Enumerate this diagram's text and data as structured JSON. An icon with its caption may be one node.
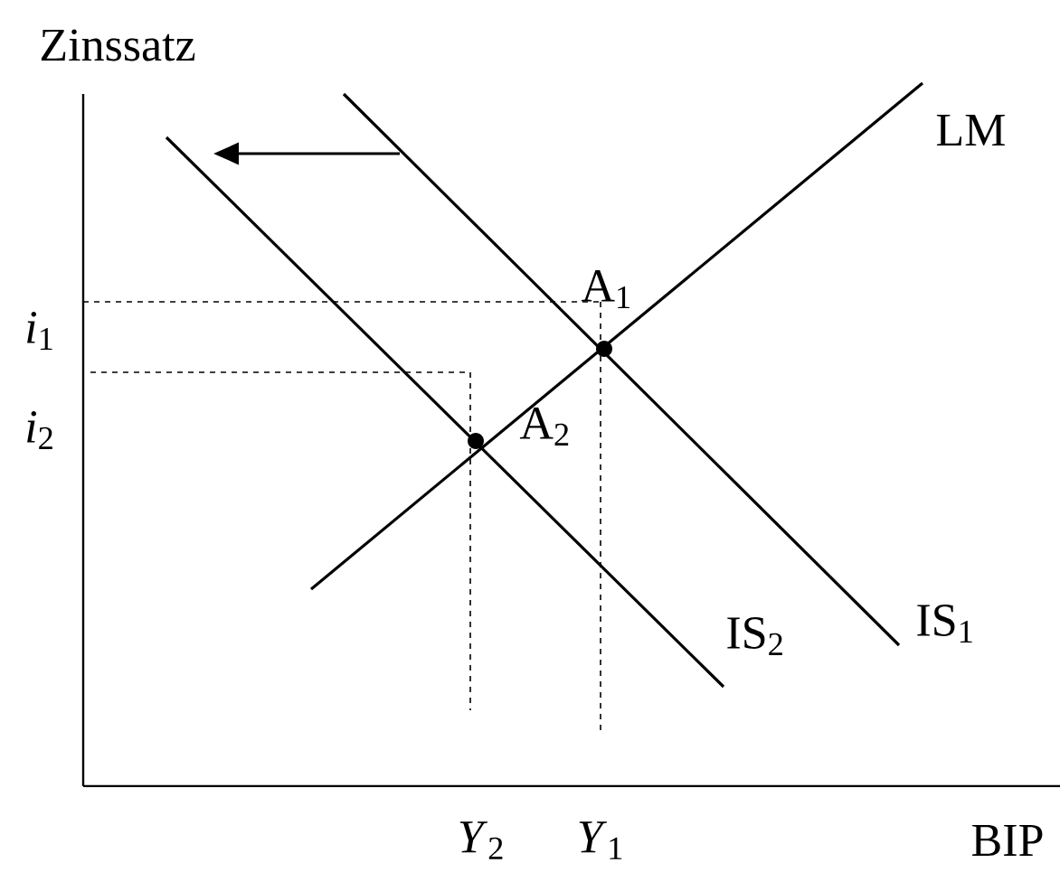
{
  "diagram": {
    "labels": [
      "Zinssatz",
      "LM",
      "A$_{1}$",
      "*i*$_{1}$",
      "A$_{2}$",
      "*i*$_{2}$",
      "IS$_{1}$",
      "IS$_{2}$",
      "*Y*$_{2}$",
      "*Y*$_{1}$",
      "BIP"
    ]
  }
}
